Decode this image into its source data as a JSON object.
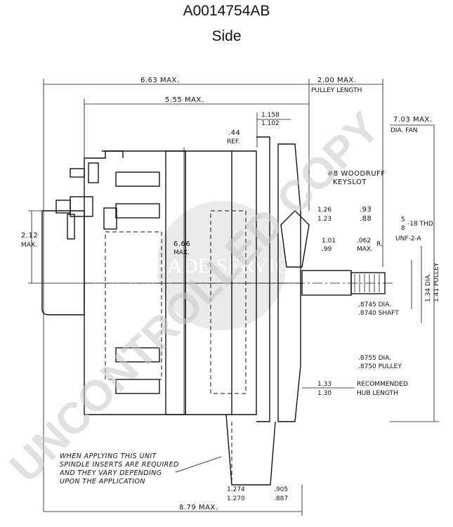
{
  "header": {
    "part_number": "A0014754AB",
    "view": "Side"
  },
  "dimensions": {
    "overall_max": "6.63 MAX.",
    "pulley_length": "2.00 MAX.",
    "pulley_length_label": "PULLEY LENGTH",
    "body_max": "5.55 MAX.",
    "d_1158": "1.158",
    "d_1102": "1.102",
    "fan_dia": "7.03 MAX.",
    "fan_dia_label": "DIA. FAN",
    "ref_44": ".44",
    "ref_label": "REF.",
    "woodruff_1": "#8 WOODRUFF",
    "woodruff_2": "KEYSLOT",
    "d_126": "1.26",
    "d_123": "1.23",
    "d_93": ".93",
    "d_88": ".88",
    "thread_5": "5",
    "thread_8": "8",
    "thread_thd": "-18 THD.",
    "thread_unf": "UNF-2-A",
    "mount_212": "2.12",
    "mount_max": "MAX.",
    "d_101": "1.01",
    "d_99": ".99",
    "r_062": ".062",
    "r_max": "MAX.",
    "r_label": "R.",
    "height_666": "6.66",
    "height_max": "MAX.",
    "dia_134": "1.34 DIA.",
    "dia_141": "1.41 PULLEY",
    "shaft_8745": ".8745 DIA.",
    "shaft_8740": ".8740 SHAFT",
    "pulley_8755": ".8755 DIA.",
    "pulley_8750": ".8750 PULLEY",
    "hub_133": "1.33",
    "hub_130": "1.30",
    "hub_rec": "RECOMMENDED",
    "hub_len": "HUB LENGTH",
    "d_1274": "1.274",
    "d_1270": "1.270",
    "d_905": ".905",
    "d_887": ".887",
    "total_max": "8.79 MAX."
  },
  "note": {
    "line1": "WHEN APPLYING THIS UNIT",
    "line2": "SPINDLE INSERTS ARE REQUIRED",
    "line3": "AND THEY VARY DEPENDING",
    "line4": "UPON THE APPLICATION"
  },
  "watermark": {
    "text": "UNCONTROLLED COPY",
    "stamp": "TRADE SERVICE"
  }
}
